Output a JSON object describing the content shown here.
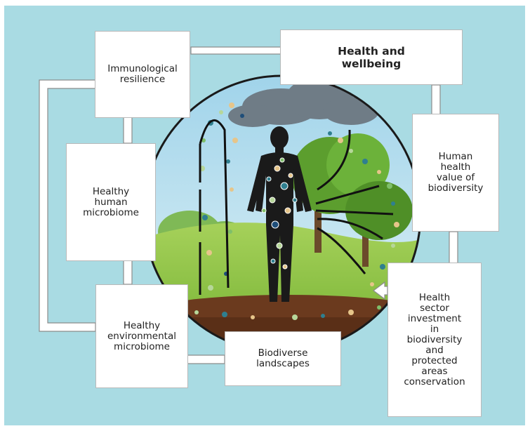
{
  "nodes": {
    "immunological": "Immunological\nresilience",
    "health_wellbeing": "Health and\nwellbeing",
    "human_health_value": "Human\nhealth\nvalue of\nbiodiversity",
    "healthy_human_microbiome": "Healthy\nhuman\nmicrobiome",
    "investment": "Health\nsector\ninvestment\nin\nbiodiversity\nand\nprotected\nareas\nconservation",
    "healthy_env_microbiome": "Healthy\nenvironmental\nmicrobiome",
    "biodiverse_landscapes": "Biodiverse\nlandscapes"
  },
  "colors": {
    "background": "#a9dbe3",
    "sky": "#bfe3f2",
    "grass": "#8cc63f",
    "soil": "#6b3a1e",
    "silhouette": "#1a1a1a",
    "tree": "#5c9e2e",
    "particles": [
      "#2f7f8f",
      "#b7d79a",
      "#e6c58a",
      "#1f4e79",
      "#7fbf6a"
    ]
  }
}
